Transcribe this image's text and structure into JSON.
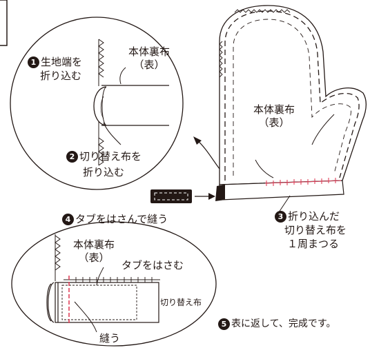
{
  "colors": {
    "ink": "#231815",
    "stitch": "#e0405a",
    "paper": "#ffffff"
  },
  "icons": [
    "number-1-badge",
    "number-2-badge",
    "number-3-badge",
    "number-4-badge",
    "number-5-badge",
    "arrow-icon",
    "tab-piece-icon"
  ],
  "callout_top": {
    "step1": {
      "num": "1",
      "line1": "生地端を",
      "line2": "折り込む"
    },
    "label_main": {
      "line1": "本体裏布",
      "line2": "（表）"
    },
    "step2": {
      "num": "2",
      "line1": "切り替え布を",
      "line2": "折り込む"
    }
  },
  "mitten": {
    "label_line1": "本体裏布",
    "label_line2": "（表）"
  },
  "step3": {
    "num": "3",
    "line1": "折り込んだ",
    "line2": "切り替え布を",
    "line3": "１周まつる"
  },
  "step4": {
    "num": "4",
    "text": "タブをはさんで縫う"
  },
  "callout_bottom": {
    "label_main": {
      "line1": "本体裏布",
      "line2": "（表）"
    },
    "tab_label": "タブをはさむ",
    "switch_label": "切り替え布",
    "sew_label": "縫う"
  },
  "step5": {
    "num": "5",
    "text": "表に返して、完成です。"
  }
}
